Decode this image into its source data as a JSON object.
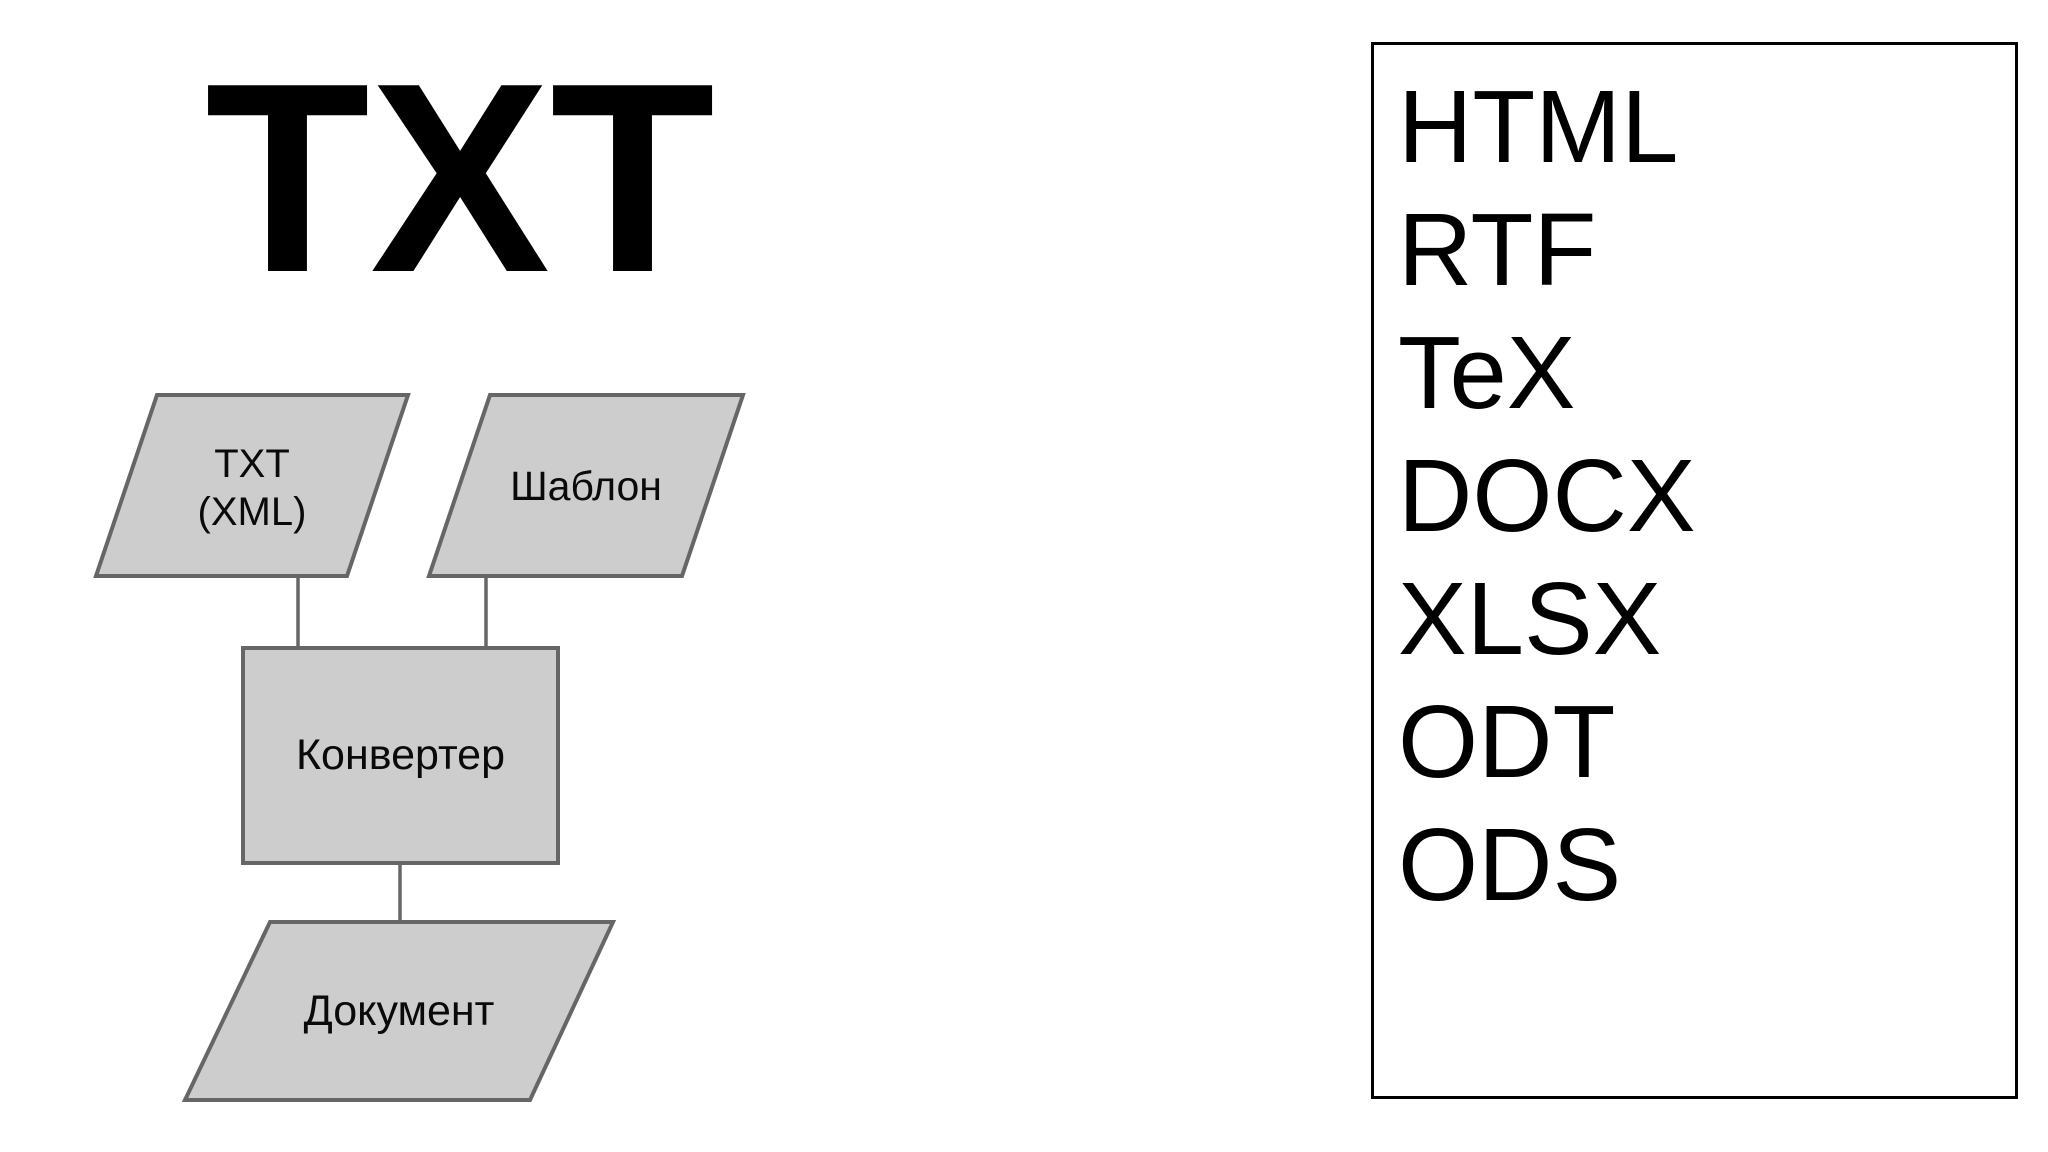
{
  "diagram": {
    "title": "TXT",
    "nodes": {
      "input": {
        "label": "TXT\n(XML)",
        "shape": "parallelogram"
      },
      "template": {
        "label": "Шаблон",
        "shape": "parallelogram"
      },
      "converter": {
        "label": "Конвертер",
        "shape": "rectangle"
      },
      "document": {
        "label": "Документ",
        "shape": "parallelogram"
      }
    },
    "edges": [
      {
        "from": "input",
        "to": "converter"
      },
      {
        "from": "template",
        "to": "converter"
      },
      {
        "from": "converter",
        "to": "document"
      }
    ],
    "colors": {
      "shape_fill": "#cdcdcd",
      "shape_border": "#666666",
      "connector": "#666666",
      "panel_border": "#000000"
    }
  },
  "formats": {
    "items": [
      "HTML",
      "RTF",
      "TeX",
      "DOCX",
      "XLSX",
      "ODT",
      "ODS"
    ]
  }
}
